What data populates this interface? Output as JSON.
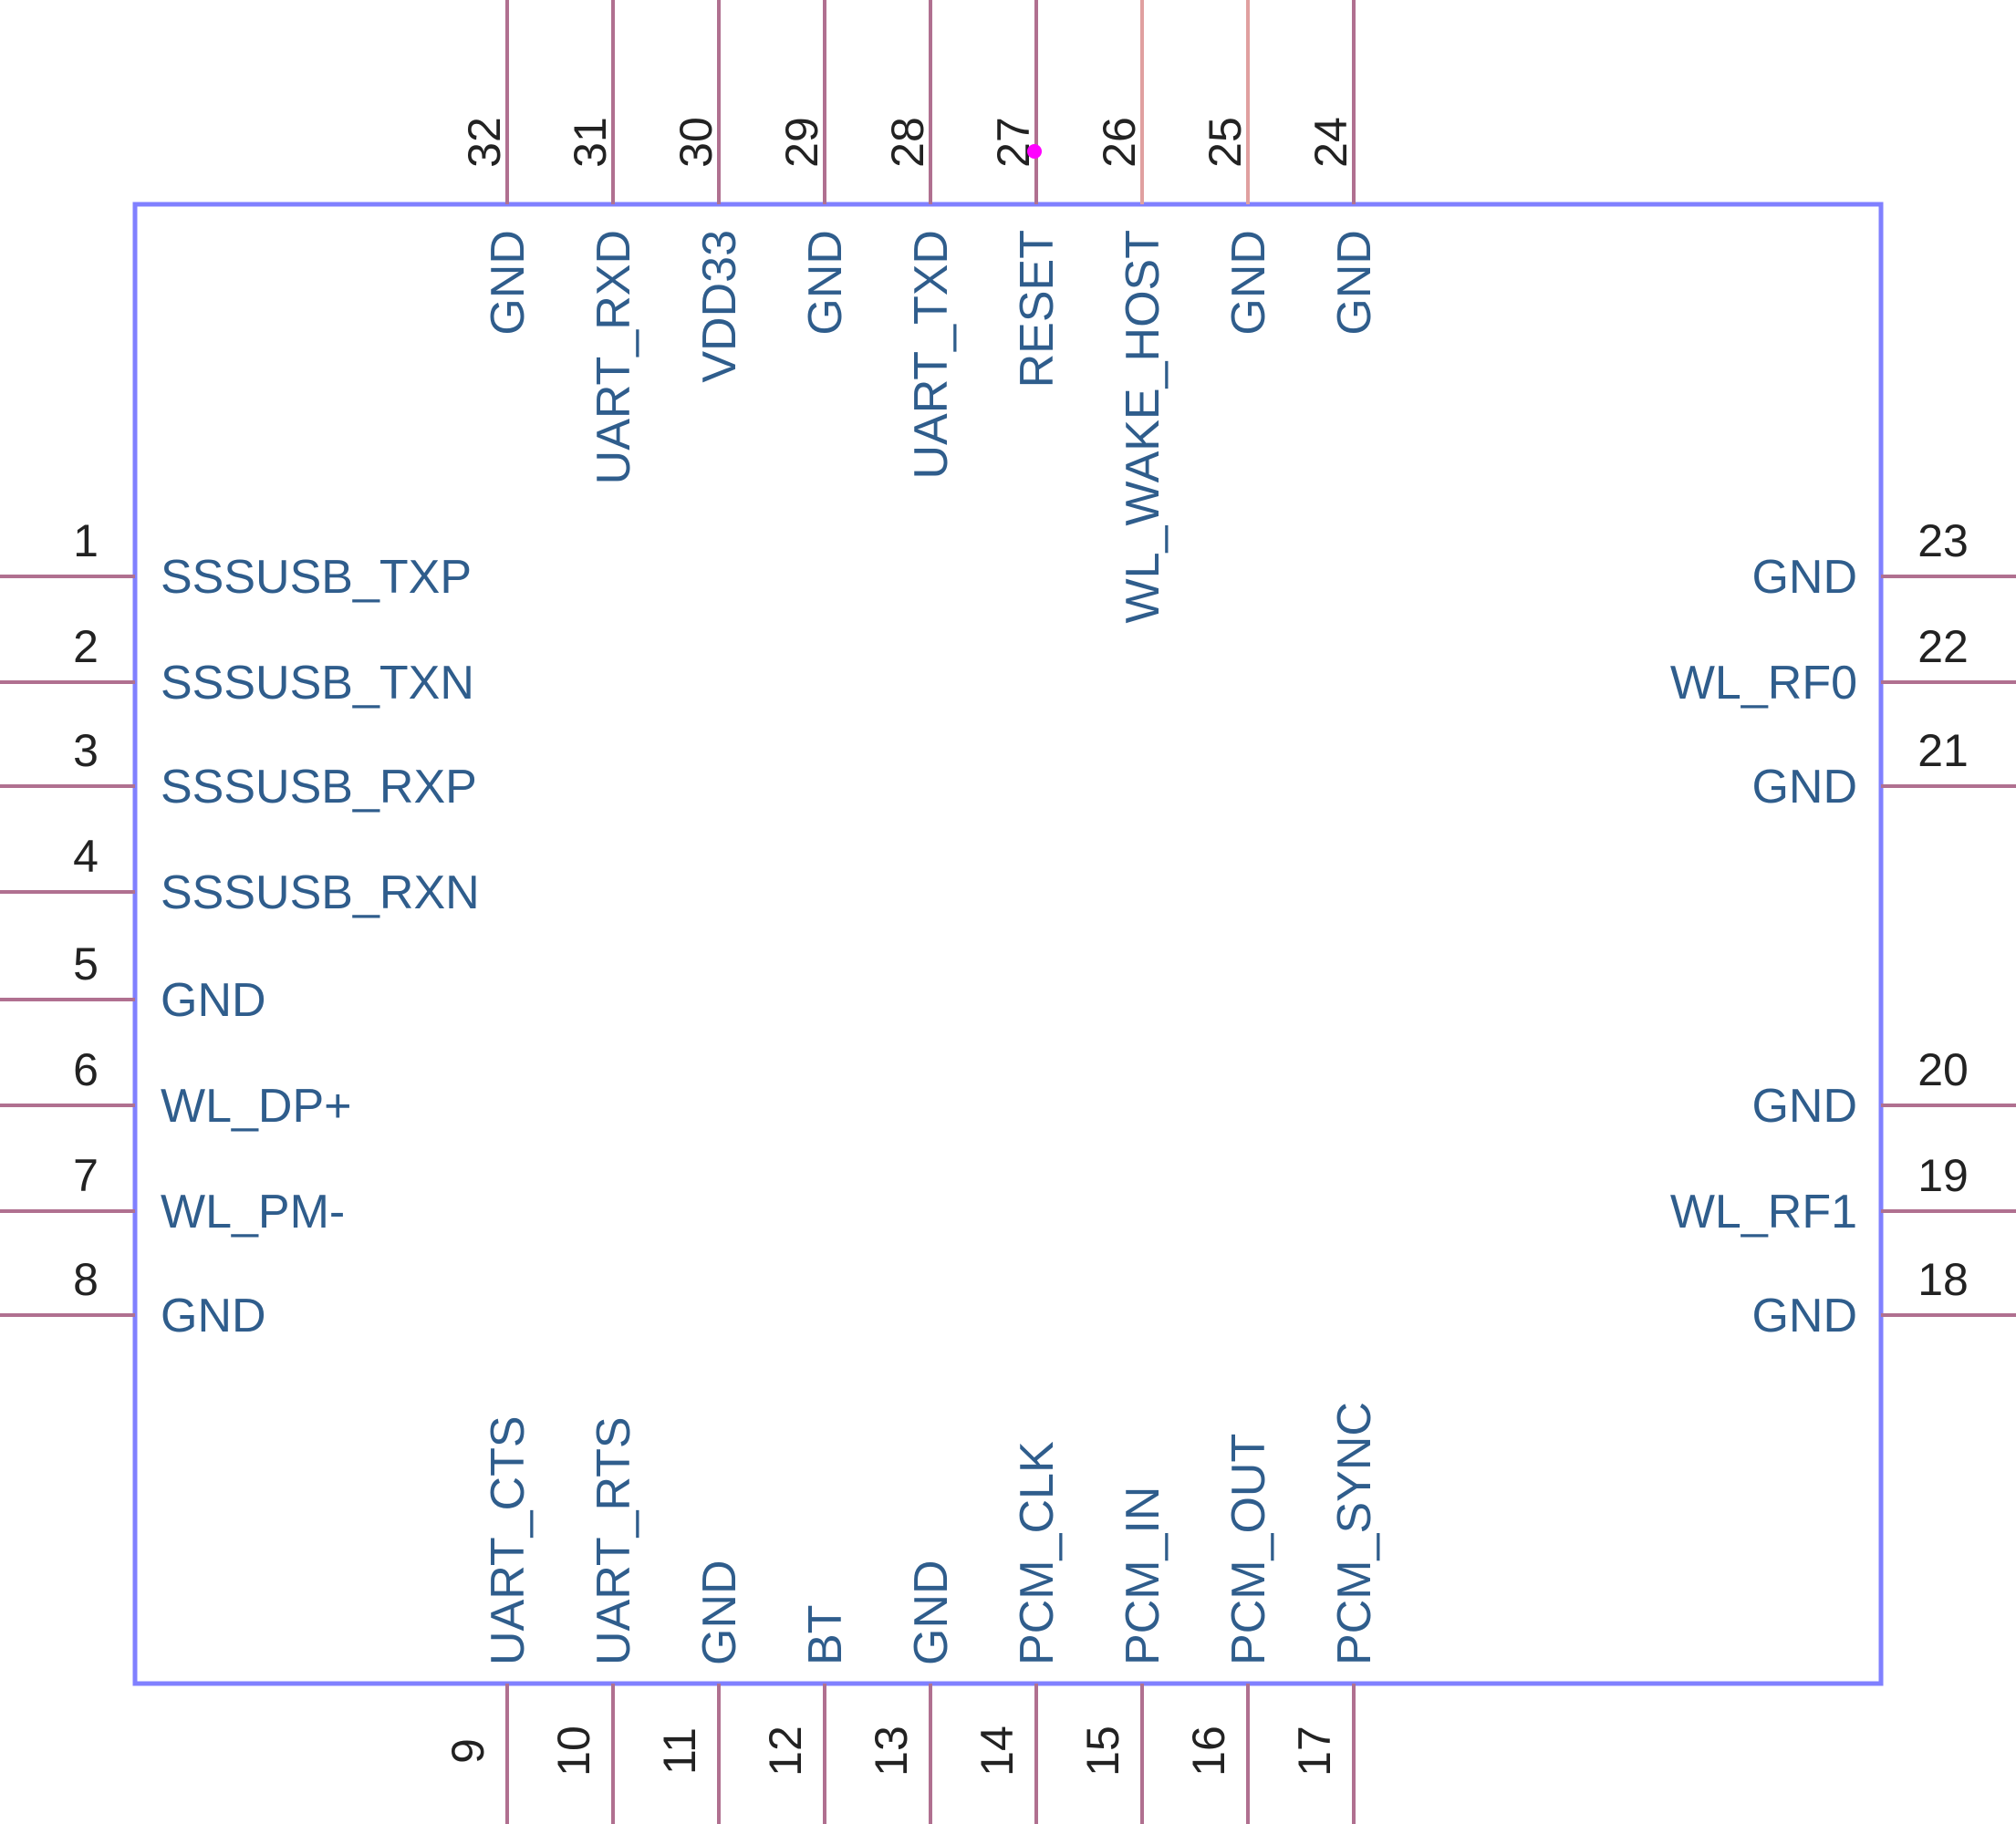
{
  "colors": {
    "body_outline": "#8080ff",
    "pin_line": "#b07090",
    "pin_line_light": "#e0a0a0",
    "pin_name": "#2f5d8c",
    "pin_number": "#222222",
    "marker": "#ff00ff"
  },
  "pins": {
    "left": [
      {
        "num": "1",
        "name": "SSSUSB_TXP"
      },
      {
        "num": "2",
        "name": "SSSUSB_TXN"
      },
      {
        "num": "3",
        "name": "SSSUSB_RXP"
      },
      {
        "num": "4",
        "name": "SSSUSB_RXN"
      },
      {
        "num": "5",
        "name": "GND"
      },
      {
        "num": "6",
        "name": "WL_DP+"
      },
      {
        "num": "7",
        "name": "WL_PM-"
      },
      {
        "num": "8",
        "name": "GND"
      }
    ],
    "bottom": [
      {
        "num": "9",
        "name": "UART_CTS"
      },
      {
        "num": "10",
        "name": "UART_RTS"
      },
      {
        "num": "11",
        "name": "GND"
      },
      {
        "num": "12",
        "name": "BT"
      },
      {
        "num": "13",
        "name": "GND"
      },
      {
        "num": "14",
        "name": "PCM_CLK"
      },
      {
        "num": "15",
        "name": "PCM_IN"
      },
      {
        "num": "16",
        "name": "PCM_OUT"
      },
      {
        "num": "17",
        "name": "PCM_SYNC"
      }
    ],
    "right": [
      {
        "num": "18",
        "name": "GND"
      },
      {
        "num": "19",
        "name": "WL_RF1"
      },
      {
        "num": "20",
        "name": "GND"
      },
      {
        "num": "21",
        "name": "GND"
      },
      {
        "num": "22",
        "name": "WL_RF0"
      },
      {
        "num": "23",
        "name": "GND"
      }
    ],
    "top": [
      {
        "num": "24",
        "name": "GND"
      },
      {
        "num": "25",
        "name": "GND"
      },
      {
        "num": "26",
        "name": "WL_WAKE_HOST"
      },
      {
        "num": "27",
        "name": "RESET"
      },
      {
        "num": "28",
        "name": "UART_TXD"
      },
      {
        "num": "29",
        "name": "GND"
      },
      {
        "num": "30",
        "name": "VDD33"
      },
      {
        "num": "31",
        "name": "UART_RXD"
      },
      {
        "num": "32",
        "name": "GND"
      }
    ]
  }
}
